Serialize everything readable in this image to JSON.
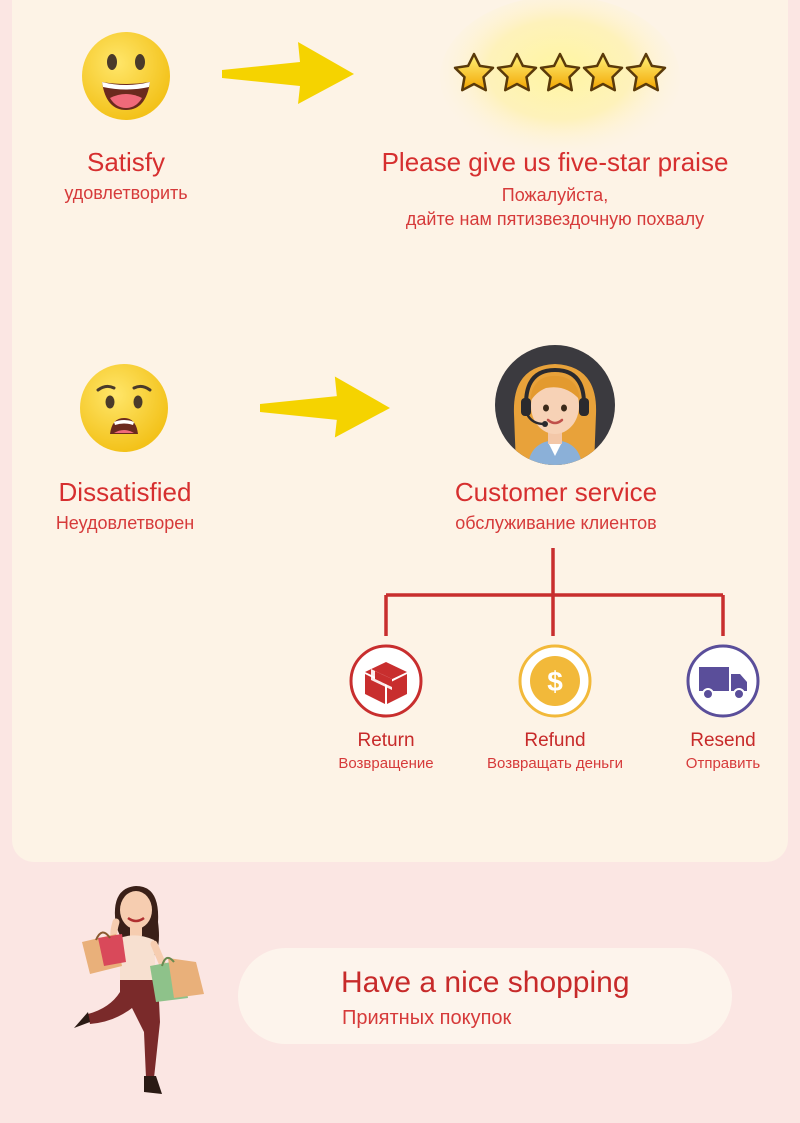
{
  "satisfied": {
    "title": "Satisfy",
    "subtitle": "удовлетворить",
    "face_icon": "happy-face-icon",
    "arrow_icon": "arrow-right-icon"
  },
  "praise": {
    "stars_icon": "five-stars-icon",
    "title": "Please give us five-star praise",
    "subtitle_line1": "Пожалуйста,",
    "subtitle_line2": "дайте нам пятизвездочную похвалу"
  },
  "dissatisfied": {
    "title": "Dissatisfied",
    "subtitle": "Неудовлетворен",
    "face_icon": "worried-face-icon"
  },
  "customer_service": {
    "title": "Customer service",
    "subtitle": "обслуживание клиентов",
    "avatar_icon": "support-agent-icon"
  },
  "options": [
    {
      "label": "Return",
      "sublabel": "Возвращение",
      "icon": "box-icon",
      "color": "#c82e2e"
    },
    {
      "label": "Refund",
      "sublabel": "Возвращать деньги",
      "icon": "dollar-coin-icon",
      "color": "#f2b93a"
    },
    {
      "label": "Resend",
      "sublabel": "Отправить",
      "icon": "truck-icon",
      "color": "#5a4e9a"
    }
  ],
  "footer": {
    "title": "Have a nice shopping",
    "subtitle": "Приятных покупок",
    "illustration_icon": "shopping-woman-icon"
  },
  "colors": {
    "accent_red": "#d62f2f",
    "arrow_yellow": "#f5d300",
    "background": "#fbe6e3",
    "card": "#fdf3e6"
  }
}
